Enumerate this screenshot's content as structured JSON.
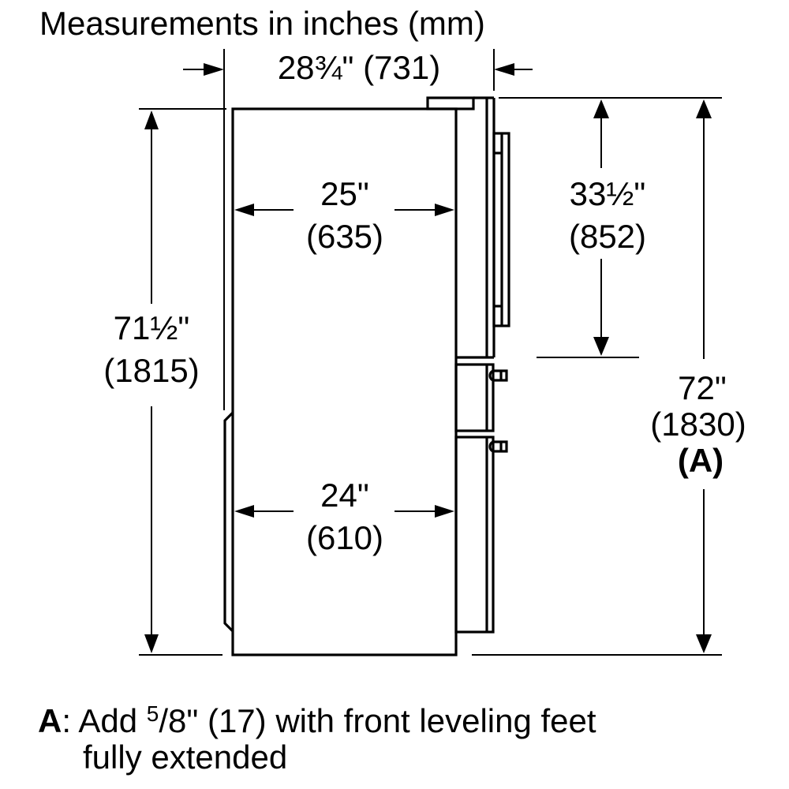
{
  "title": "Measurements in inches (mm)",
  "dimensions": {
    "total_depth": {
      "inches": "28¾\"",
      "mm": "(731)",
      "label": "28¾\" (731)"
    },
    "cabinet_depth_top": {
      "inches": "25\"",
      "mm": "(635)"
    },
    "cabinet_depth_bottom": {
      "inches": "24\"",
      "mm": "(610)"
    },
    "cabinet_height": {
      "inches": "71½\"",
      "mm": "(1815)"
    },
    "fridge_door_height": {
      "inches": "33½\"",
      "mm": "(852)"
    },
    "total_height": {
      "inches": "72\"",
      "mm": "(1830)",
      "note_ref": "(A)"
    }
  },
  "footnote": {
    "key": "A",
    "colon": ":",
    "text_before": " Add ",
    "fraction_num": "5",
    "fraction_rest": "/8\" (17) with front leveling feet",
    "line2": "fully extended"
  },
  "colors": {
    "line": "#000000",
    "background": "#ffffff"
  }
}
